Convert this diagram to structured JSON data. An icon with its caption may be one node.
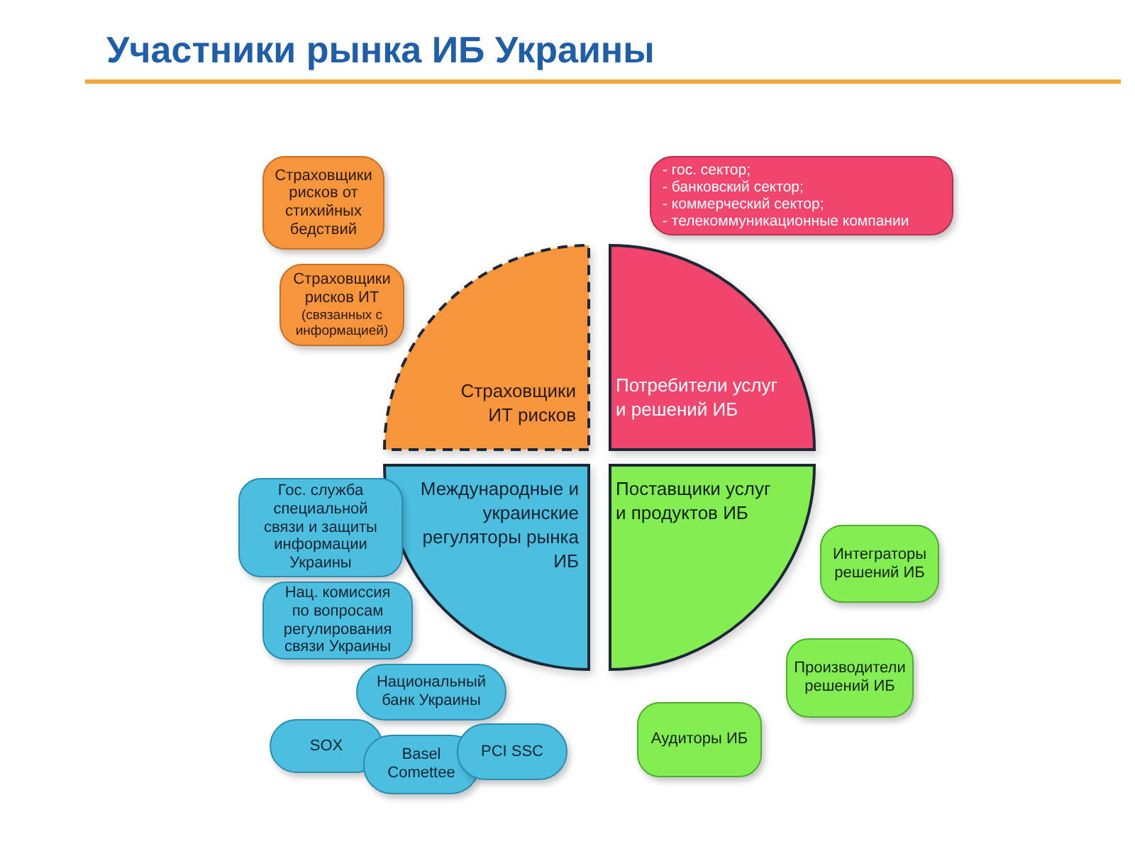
{
  "diagram": {
    "title": "Участники рынка ИБ Украины",
    "nodes": [
      {
        "text": [
          "Страховщики ИТ рисков"
        ]
      },
      {
        "text": [
          "Потребители услуг и решений ИБ"
        ]
      },
      {
        "text": [
          "Международные и украинские регуляторы рынка ИБ"
        ]
      },
      {
        "text": [
          "Поставщики услуг и продуктов ИБ"
        ]
      },
      {
        "text": [
          "Страховщики рисков от стихийных бедствий"
        ]
      },
      {
        "text": [
          "Страховщики рисков ИТ",
          "(связанных с информацией)"
        ]
      },
      {
        "text": [
          "- гос. сектор;",
          "- банковский сектор;",
          "- коммерческий сектор;",
          "- телекоммуникационные компании"
        ]
      },
      {
        "text": [
          "Гос. служба специальной связи и защиты информации Украины"
        ]
      },
      {
        "text": [
          "Нац. комиссия по вопросам регулирования связи Украины"
        ]
      },
      {
        "text": [
          "Национальный банк Украины"
        ]
      },
      {
        "text": [
          "SOX"
        ]
      },
      {
        "text": [
          "Basel Comettee"
        ]
      },
      {
        "text": [
          "PCI SSC"
        ]
      },
      {
        "text": [
          "Интеграторы решений ИБ"
        ]
      },
      {
        "text": [
          "Производители решений ИБ"
        ]
      },
      {
        "text": [
          "Аудиторы ИБ"
        ]
      }
    ]
  }
}
